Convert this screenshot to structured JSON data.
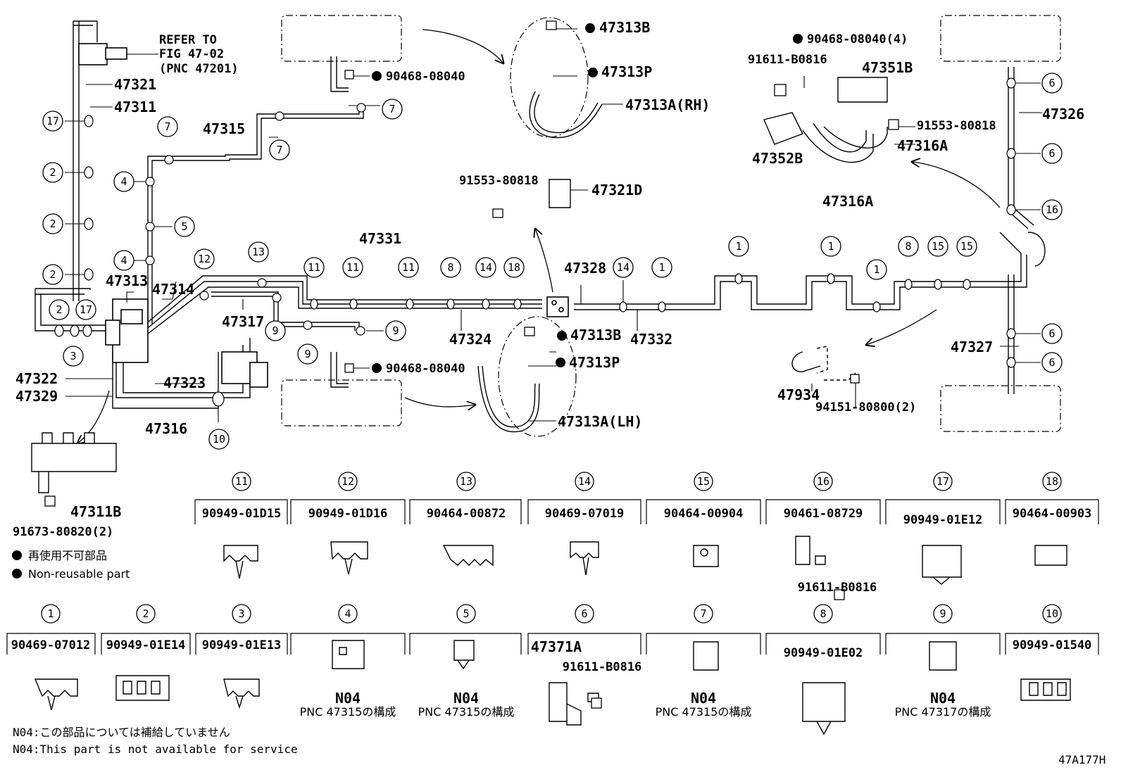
{
  "refer": {
    "line1": "REFER TO",
    "line2": "FIG 47-02",
    "line3": "(PNC 47201)"
  },
  "parts": {
    "p47321": "47321",
    "p47311": "47311",
    "p47315": "47315",
    "p47313": "47313",
    "p47314": "47314",
    "p47317": "47317",
    "p47322": "47322",
    "p47329": "47329",
    "p47323": "47323",
    "p47316": "47316",
    "p47311B": "47311B",
    "p91673": "91673-80820(2)",
    "p47331": "47331",
    "p47324": "47324",
    "p47328": "47328",
    "p47332": "47332",
    "p90468_top": "90468-08040",
    "p90468_bot": "90468-08040",
    "p47313B_top": "47313B",
    "p47313P_top": "47313P",
    "p47313A_rh": "47313A(RH)",
    "p47313B_bot": "47313B",
    "p47313P_bot": "47313P",
    "p47313A_lh": "47313A(LH)",
    "p91553_mid": "91553-80818",
    "p47321D": "47321D",
    "p90468_4": "90468-08040(4)",
    "p91611_top": "91611-B0816",
    "p47351B": "47351B",
    "p91553_right": "91553-80818",
    "p47352B": "47352B",
    "p47316A_1": "47316A",
    "p47316A_2": "47316A",
    "p47326": "47326",
    "p47327": "47327",
    "p47934": "47934",
    "p94151": "94151-80800(2)"
  },
  "legend": {
    "jp": "再使用不可部品",
    "en": "Non-reusable part"
  },
  "clips_top": [
    {
      "n": "11",
      "part": "90949-01D15"
    },
    {
      "n": "12",
      "part": "90949-01D16"
    },
    {
      "n": "13",
      "part": "90464-00872"
    },
    {
      "n": "14",
      "part": "90469-07019"
    },
    {
      "n": "15",
      "part": "90464-00904"
    },
    {
      "n": "16",
      "part": "90461-08729",
      "sub": "91611-B0816"
    },
    {
      "n": "17",
      "part": "90949-01E12"
    },
    {
      "n": "18",
      "part": "90464-00903"
    }
  ],
  "clips_bottom": [
    {
      "n": "1",
      "part": "90469-07012"
    },
    {
      "n": "2",
      "part": "90949-01E14"
    },
    {
      "n": "3",
      "part": "90949-01E13"
    },
    {
      "n": "4",
      "part": "N04",
      "sub": "PNC 47315の構成"
    },
    {
      "n": "5",
      "part": "N04",
      "sub": "PNC 47315の構成"
    },
    {
      "n": "6",
      "part": "47371A",
      "sub": "91611-B0816"
    },
    {
      "n": "7",
      "part": "N04",
      "sub": "PNC 47315の構成"
    },
    {
      "n": "8",
      "part": "90949-01E02"
    },
    {
      "n": "9",
      "part": "N04",
      "sub": "PNC 47317の構成"
    },
    {
      "n": "10",
      "part": "90949-01540"
    }
  ],
  "notes": {
    "jp": "N04:この部品については補給していません",
    "en": "N04:This part is not available for service"
  },
  "fig_code": "47A177H"
}
